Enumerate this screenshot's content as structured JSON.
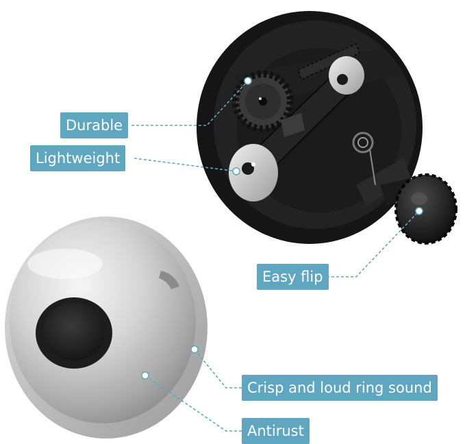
{
  "labels": {
    "durable": "Durable",
    "lightweight": "Lightweight",
    "easy_flip": "Easy flip",
    "crisp_sound": "Crisp and loud ring sound",
    "antirust": "Antirust"
  },
  "colors": {
    "label_bg": "#5fa7c0",
    "label_text": "#ffffff",
    "leader_line": "#5fa7c0",
    "housing": "#161616",
    "metal": "#c9c9c9"
  }
}
